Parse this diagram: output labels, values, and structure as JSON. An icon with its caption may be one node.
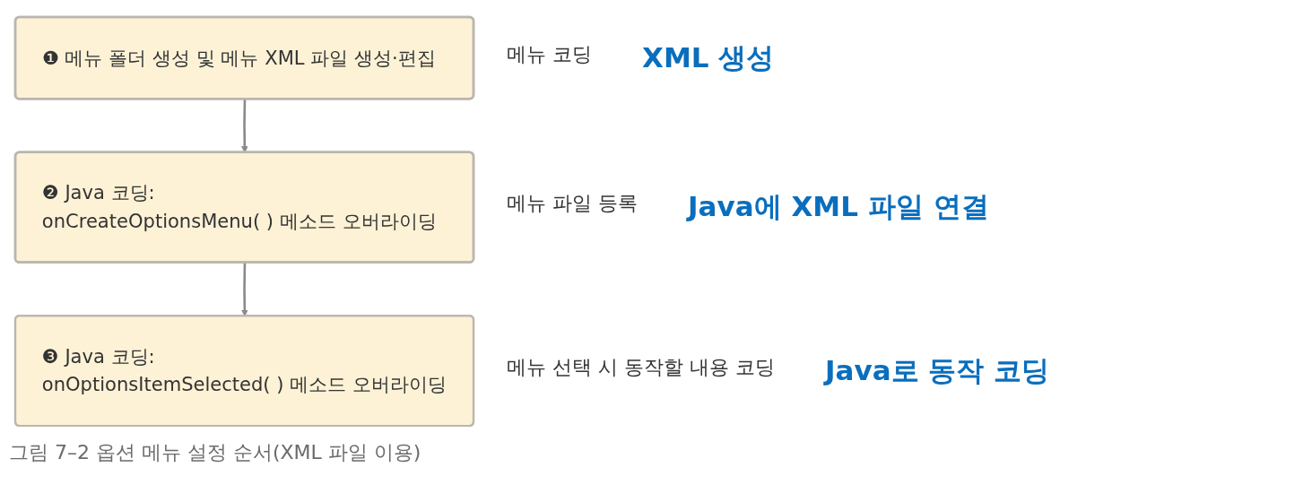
{
  "diagram": {
    "caption": "그림 7–2 옵션 메뉴 설정 순서(XML 파일 이용)",
    "nodes": [
      {
        "text": [
          "❶ 메뉴 폴더 생성 및 메뉴 XML 파일 생성·편집"
        ],
        "beside": [
          "메뉴 코딩",
          "XML 생성"
        ]
      },
      {
        "text": [
          "❷ Java 코딩:",
          "onCreateOptionsMenu( ) 메소드 오버라이딩"
        ],
        "beside": [
          "메뉴 파일 등록",
          "Java에 XML 파일 연결"
        ]
      },
      {
        "text": [
          "❸ Java 코딩:",
          "onOptionsItemSelected( ) 메소드 오버라이딩"
        ],
        "beside": [
          "메뉴 선택 시 동작할 내용 코딩",
          "Java로 동작 코딩"
        ]
      }
    ],
    "edges": [
      {
        "from": 0,
        "to": 1,
        "arrow": "to"
      },
      {
        "from": 1,
        "to": 2,
        "arrow": "to"
      }
    ]
  }
}
